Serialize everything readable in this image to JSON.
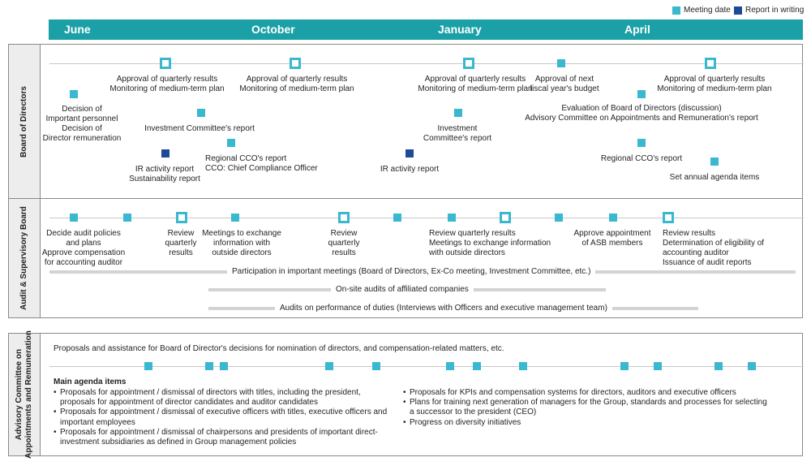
{
  "legend": {
    "meeting_date": "Meeting date",
    "report_in_writing": "Report in writing",
    "meeting_color": "#39b8d0",
    "report_color": "#1e4a9a"
  },
  "months": [
    "June",
    "October",
    "January",
    "April"
  ],
  "board": {
    "title": "Board of Directors",
    "items": [
      "Approval of quarterly results\nMonitoring of medium-term plan",
      "Approval of quarterly results\nMonitoring of medium-term plan",
      "Approval of quarterly results\nMonitoring of medium-term plan",
      "Approval of next\nfiscal year's budget",
      "Approval of quarterly results\nMonitoring of medium-term plan",
      "Decision of\nImportant personnel\nDecision of\nDirector remuneration",
      "Investment Committee's report",
      "Investment\nCommittee's report",
      "Evaluation of Board of Directors (discussion)\nAdvisory Committee on Appointments and Remuneration's report",
      "IR activity report\nSustainability report",
      "Regional CCO's report\nCCO: Chief Compliance Officer",
      "IR activity report",
      "Regional CCO's report",
      "Set annual agenda items"
    ]
  },
  "asb": {
    "title": "Audit & Supervisory Board",
    "items": [
      "Decide audit policies\nand plans\nApprove compensation\nfor accounting auditor",
      "Review\nquarterly\nresults",
      "Meetings to exchange\ninformation with\noutside directors",
      "Review\nquarterly\nresults",
      "Review quarterly results\nMeetings to exchange information\nwith outside directors",
      "Approve appointment\nof ASB members",
      "Review results\nDetermination of eligibility of\naccounting auditor\nIssuance of audit reports"
    ],
    "bars": [
      "Participation in important meetings (Board of Directors, Ex-Co meeting, Investment Committee, etc.)",
      "On-site audits of affiliated companies",
      "Audits on performance of duties (Interviews with Officers and executive management team)"
    ]
  },
  "advisory": {
    "title": "Advisory Committee on\nAppointments and Remuneration",
    "intro": "Proposals and assistance for Board of Director's decisions for nomination of directors, and compensation-related matters, etc.",
    "agenda_title": "Main agenda items",
    "agenda_left": [
      "Proposals for appointment / dismissal of directors with titles, including the president, proposals for appointment of director candidates and auditor candidates",
      "Proposals for appointment / dismissal of executive officers with titles, executive officers and important employees",
      "Proposals for appointment / dismissal of chairpersons and presidents of important direct-investment subsidiaries as defined in Group management policies"
    ],
    "agenda_right": [
      "Proposals for KPIs and compensation systems for directors, auditors and executive officers",
      "Plans for training next generation of managers for the Group, standards and processes for selecting a successor to the president (CEO)",
      "Progress on diversity initiatives"
    ]
  }
}
